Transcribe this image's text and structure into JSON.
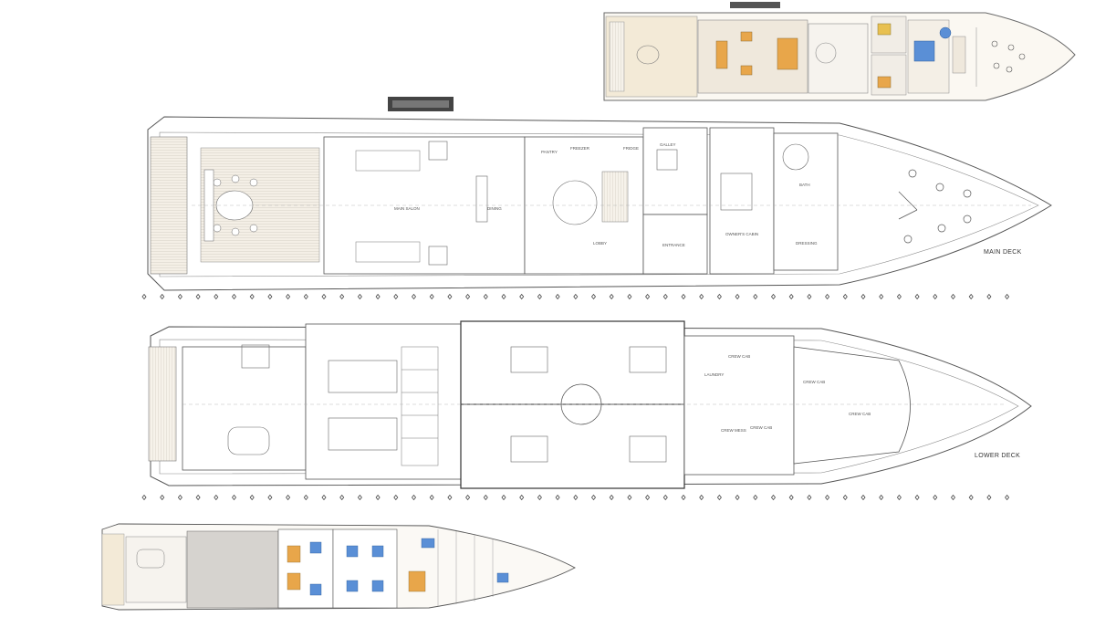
{
  "labels": {
    "main_deck": "MAIN DECK",
    "lower_deck": "LOWER DECK"
  },
  "rooms": {
    "pantry": "PANTRY",
    "freezer": "FREEZER",
    "fridge": "FRIDGE",
    "galley": "GALLEY",
    "main_salon": "MAIN SALON",
    "dining": "DINING",
    "lobby": "LOBBY",
    "entrance": "ENTRANCE",
    "owners_cabin": "OWNER'S CABIN",
    "bath": "BATH",
    "dressing": "DRESSING",
    "crew_cab": "CREW CAB",
    "laundry": "LAUNDRY",
    "crew_mess": "CREW MESS"
  },
  "colors": {
    "line": "#6a6a6a",
    "deck_wood": "#f3ead7",
    "cabin_orange": "#e8a64a",
    "bath_blue": "#5a8fd6",
    "lounge_gray": "#d6d3cf"
  }
}
